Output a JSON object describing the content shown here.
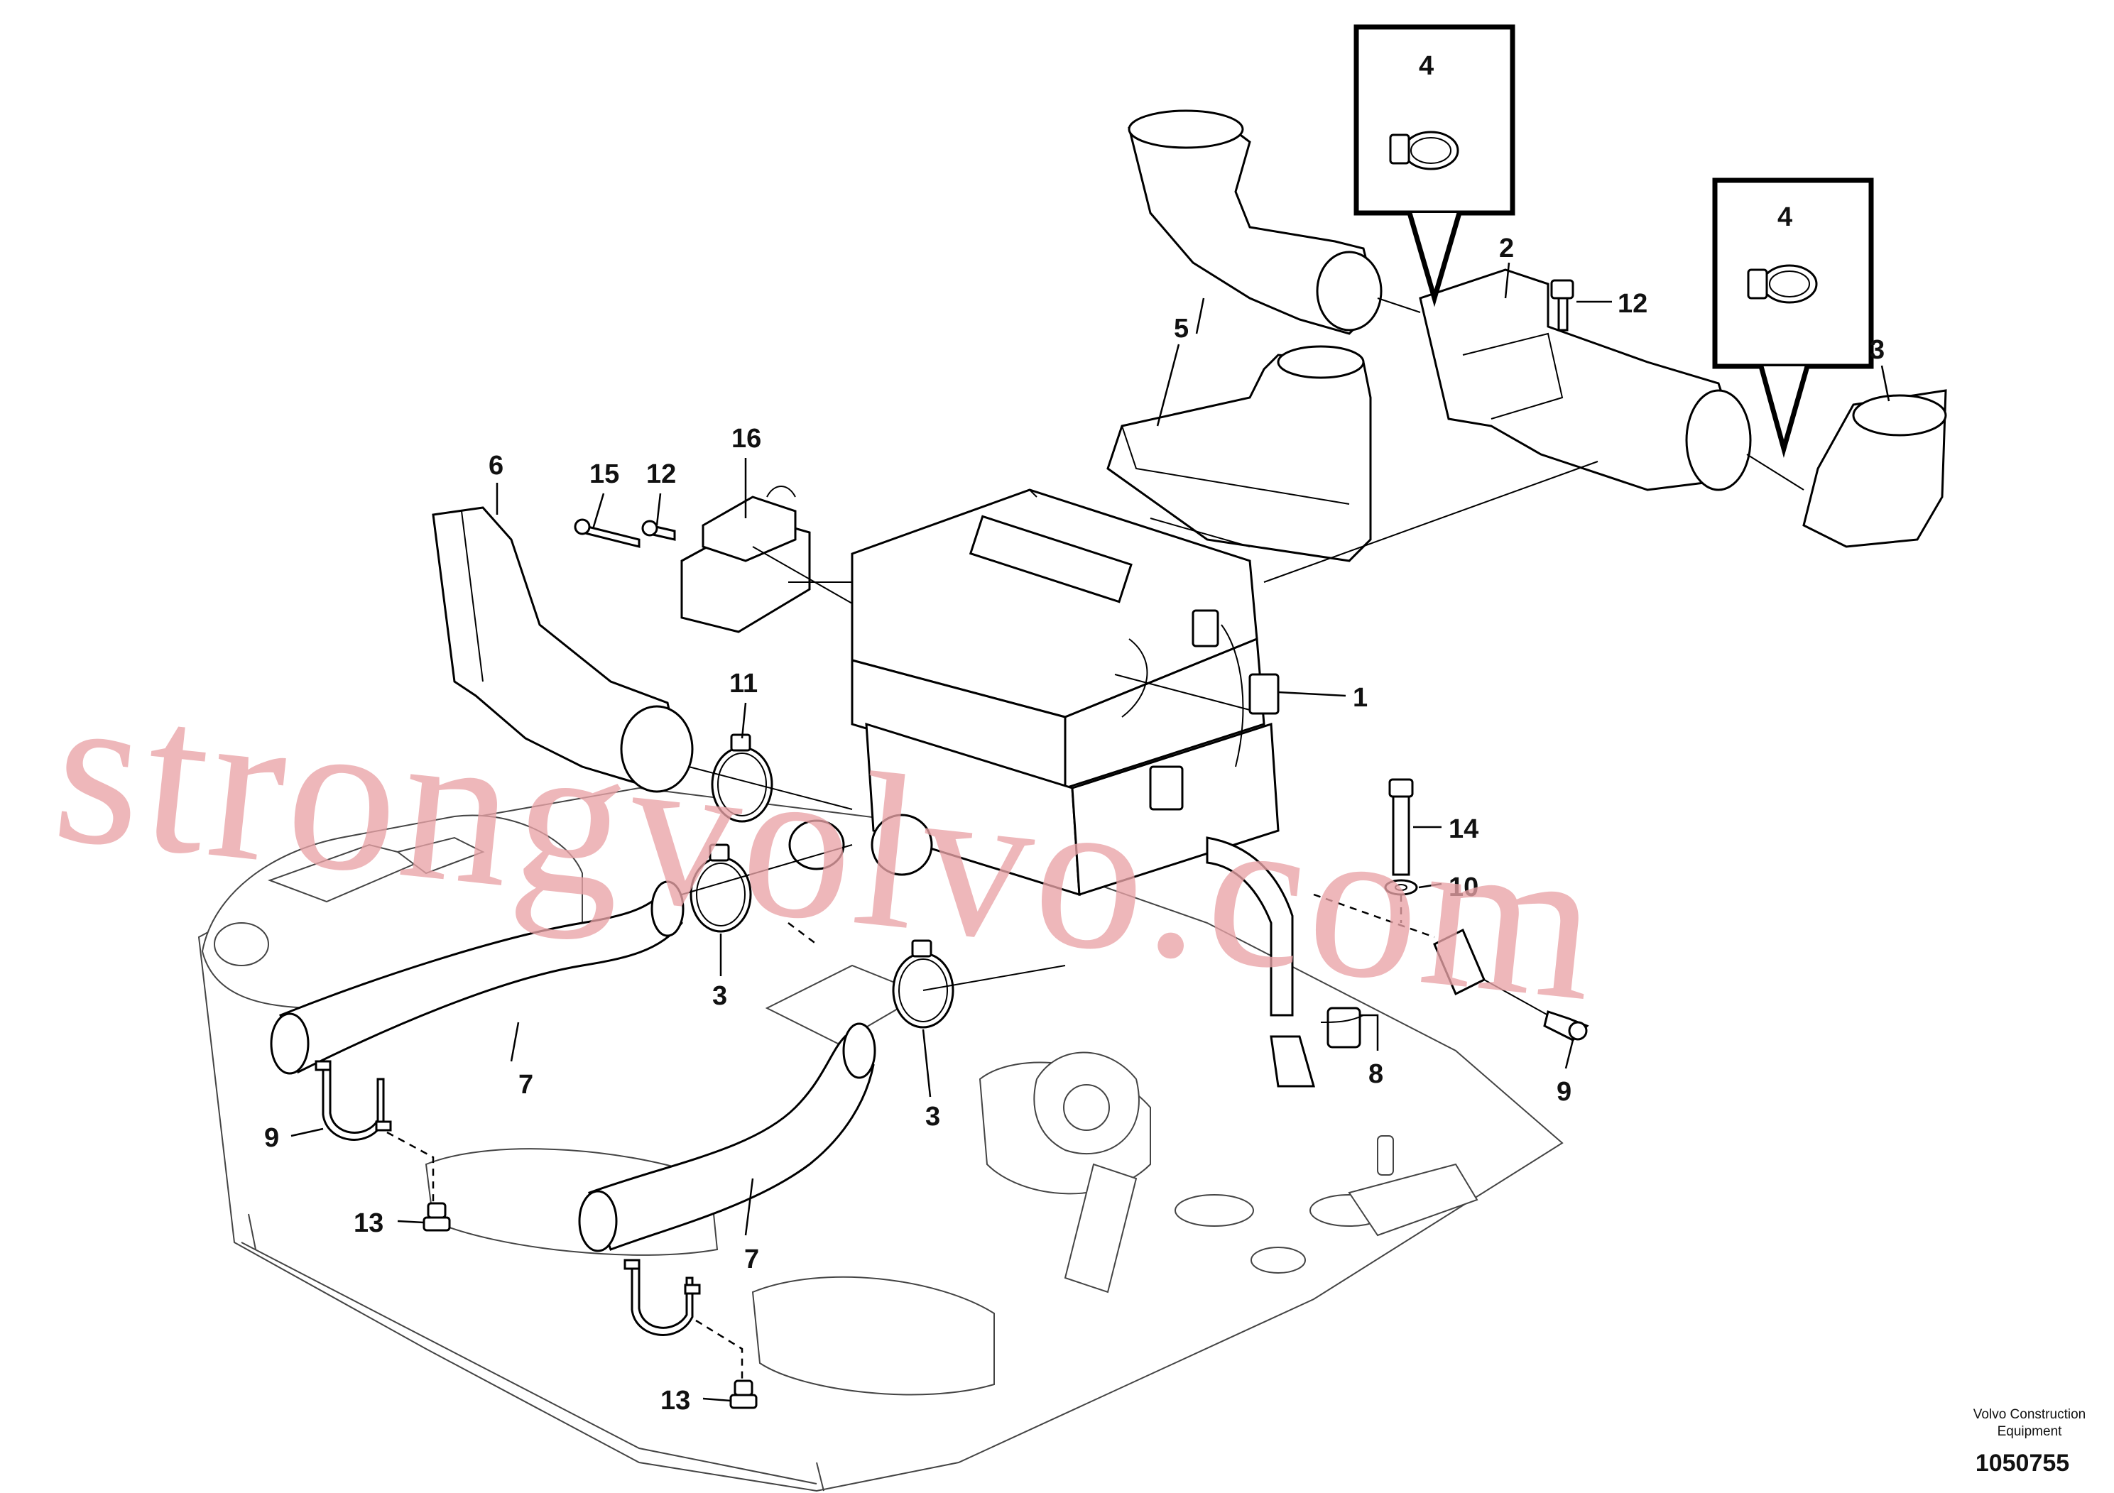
{
  "callouts": {
    "c1": "1",
    "c2": "2",
    "c3a": "3",
    "c3b": "3",
    "c3c": "3",
    "c4a": "4",
    "c4b": "4",
    "c5": "5",
    "c6": "6",
    "c7a": "7",
    "c7b": "7",
    "c8": "8",
    "c9a": "9",
    "c9b": "9",
    "c10": "10",
    "c11": "11",
    "c12a": "12",
    "c12b": "12",
    "c13a": "13",
    "c13b": "13",
    "c14": "14",
    "c15": "15",
    "c16": "16"
  },
  "credit": {
    "line1": "Volvo Construction",
    "line2": "Equipment"
  },
  "document_number": "1050755",
  "watermark": "strongvolvo.com"
}
